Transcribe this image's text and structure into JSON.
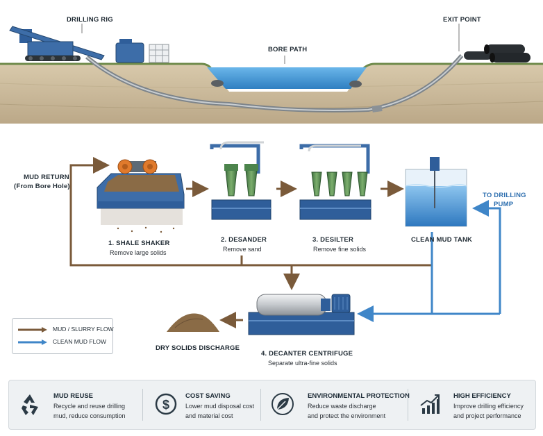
{
  "top": {
    "drilling_rig": "DRILLING RIG",
    "bore_path": "BORE PATH",
    "exit_point": "EXIT POINT"
  },
  "flow": {
    "mud_return_1": "MUD RETURN",
    "mud_return_2": "(From Bore Hole)",
    "to_pump_1": "TO DRILLING",
    "to_pump_2": "PUMP"
  },
  "stages": [
    {
      "title": "1. SHALE SHAKER",
      "desc": "Remove large solids"
    },
    {
      "title": "2. DESANDER",
      "desc": "Remove sand"
    },
    {
      "title": "3. DESILTER",
      "desc": "Remove fine solids"
    },
    {
      "title": "CLEAN MUD TANK",
      "desc": ""
    },
    {
      "title": "4. DECANTER CENTRIFUGE",
      "desc": "Separate ultra-fine solids"
    }
  ],
  "dry_solids": "DRY SOLIDS DISCHARGE",
  "legend": [
    {
      "label": "MUD / SLURRY FLOW",
      "color": "#7a5a3a"
    },
    {
      "label": "CLEAN MUD FLOW",
      "color": "#3f86c8"
    }
  ],
  "benefits": [
    {
      "title": "MUD REUSE",
      "line1": "Recycle and reuse drilling",
      "line2": "mud, reduce consumption",
      "icon": "recycle-icon"
    },
    {
      "title": "COST SAVING",
      "line1": "Lower mud disposal cost",
      "line2": "and material cost",
      "icon": "dollar-icon"
    },
    {
      "title": "ENVIRONMENTAL PROTECTION",
      "line1": "Reduce waste discharge",
      "line2": "and protect the environment",
      "icon": "leaf-icon"
    },
    {
      "title": "HIGH EFFICIENCY",
      "line1": "Improve drilling efficiency",
      "line2": "and project performance",
      "icon": "growth-chart-icon"
    }
  ],
  "colors": {
    "mud_flow": "#7a5a3a",
    "clean_flow": "#3f86c8",
    "equipment_blue": "#3d6da8",
    "cyclone_green": "#5a8f55",
    "motor_orange": "#e07a2c",
    "water": "#4a9bd8",
    "soil": "#c8b79a"
  }
}
